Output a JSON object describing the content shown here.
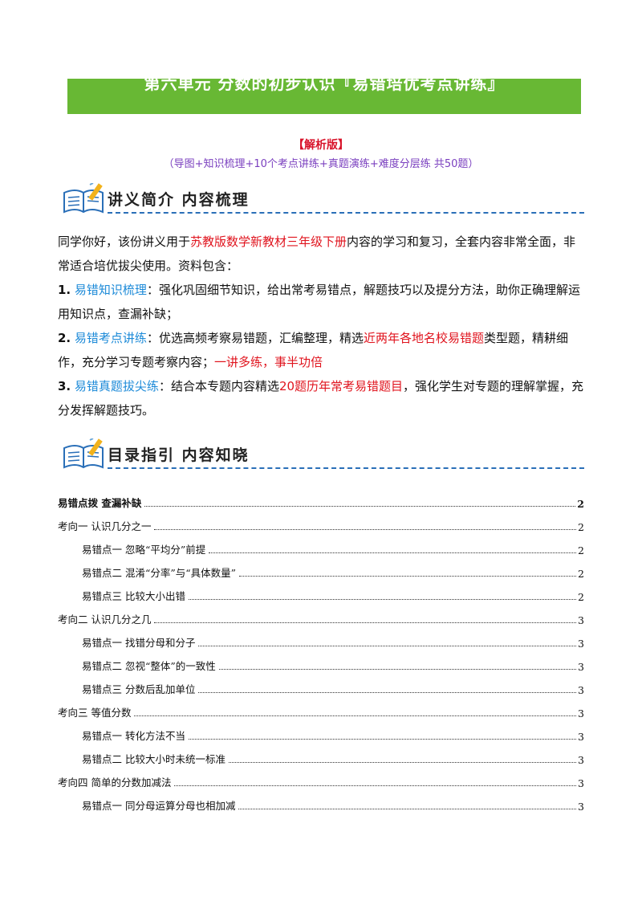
{
  "header": {
    "title": "第六单元 分数的初步认识『易错培优考点讲练』",
    "edition": "【解析版】",
    "subtitle": "（导图+知识梳理+10个考点讲练+真题演练+难度分层练 共50题）"
  },
  "sections": {
    "intro_heading": "讲义简介 内容梳理",
    "toc_heading": "目录指引 内容知晓"
  },
  "intro": {
    "p1_a": "同学你好，该份讲义用于",
    "p1_red": "苏教版数学新教材三年级下册",
    "p1_b": "内容的学习和复习，全套内容非常全面，非常适合培优拔尖使用。资料包含：",
    "i1_num": "1.",
    "i1_blue": "易错知识梳理",
    "i1_text": "：强化巩固细节知识，给出常考易错点，解题技巧以及提分方法，助你正确理解运用知识点，查漏补缺；",
    "i2_num": "2.",
    "i2_blue": "易错考点讲练",
    "i2_a": "：优选高频考察易错题，汇编整理，精选",
    "i2_red1": "近两年各地名校易错题",
    "i2_b": "类型题，精耕细作，充分学习专题考察内容；",
    "i2_red2": "一讲多练，事半功倍",
    "i3_num": "3.",
    "i3_blue": "易错真题拔尖练",
    "i3_a": "：结合本专题内容精选",
    "i3_red": "20题历年常考易错题目",
    "i3_b": "，强化学生对专题的理解掌握，充分发挥解题技巧。"
  },
  "toc": [
    {
      "level": 0,
      "text": "易错点拨 查漏补缺",
      "page": "2"
    },
    {
      "level": 1,
      "text": "考向一 认识几分之一",
      "page": "2"
    },
    {
      "level": 2,
      "text": "易错点一 忽略“平均分”前提",
      "page": "2"
    },
    {
      "level": 2,
      "text": "易错点二 混淆“分率”与“具体数量”",
      "page": "2"
    },
    {
      "level": 2,
      "text": "易错点三 比较大小出错",
      "page": "2"
    },
    {
      "level": 1,
      "text": "考向二 认识几分之几",
      "page": "3"
    },
    {
      "level": 2,
      "text": "易错点一 找错分母和分子",
      "page": "3"
    },
    {
      "level": 2,
      "text": "易错点二 忽视“整体”的一致性",
      "page": "3"
    },
    {
      "level": 2,
      "text": "易错点三 分数后乱加单位",
      "page": "3"
    },
    {
      "level": 1,
      "text": "考向三 等值分数",
      "page": "3"
    },
    {
      "level": 2,
      "text": "易错点一 转化方法不当",
      "page": "3"
    },
    {
      "level": 2,
      "text": "易错点二 比较大小时未统一标准",
      "page": "3"
    },
    {
      "level": 1,
      "text": "考向四 简单的分数加减法",
      "page": "3"
    },
    {
      "level": 2,
      "text": "易错点一 同分母运算分母也相加减",
      "page": "3"
    }
  ],
  "colors": {
    "banner": "#68b834",
    "accent_red": "#e0141e",
    "accent_blue": "#1c8ad8",
    "subtitle_purple": "#7a3fbf"
  }
}
